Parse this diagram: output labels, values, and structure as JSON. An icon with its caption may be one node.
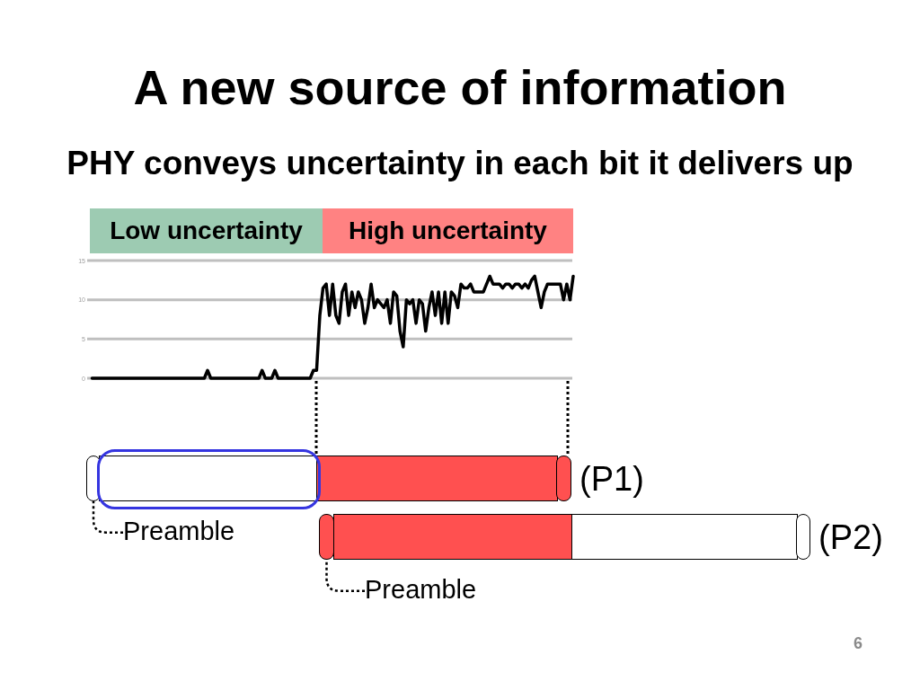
{
  "diagram": {
    "title": "A new source of information",
    "nodes": [
      {
        "text": [
          "Low uncertainty"
        ]
      },
      {
        "text": [
          "High uncertainty"
        ]
      },
      {
        "text": [],
        "shape": "box"
      },
      {
        "text": [],
        "shape": "bar"
      },
      {
        "text": [],
        "shape": "bar"
      },
      {
        "text": [],
        "shape": "box"
      },
      {
        "text": [
          "Preamble"
        ]
      },
      {
        "text": [],
        "shape": "box"
      },
      {
        "text": [],
        "shape": "bar"
      },
      {
        "text": [],
        "shape": "bar"
      },
      {
        "text": [],
        "shape": "box"
      },
      {
        "text": [
          "Preamble"
        ]
      }
    ],
    "edges": [
      {
        "from": 6,
        "to": 2,
        "arrow": "none",
        "style": "dashed"
      },
      {
        "from": 11,
        "to": 7,
        "arrow": "none",
        "style": "dashed"
      }
    ],
    "labels": [
      "PHY conveys uncertainty in each bit it delivers up",
      "(P1)",
      "(P2)",
      "6"
    ],
    "chart_data": {
      "type": "line",
      "ylim": [
        0,
        15
      ],
      "yticks": [
        0,
        5,
        10,
        15
      ],
      "series": [
        {
          "color": "#000000",
          "values": [
            0,
            0,
            0,
            0,
            0,
            0,
            0,
            0,
            0,
            0,
            0,
            0,
            0,
            0,
            0,
            0,
            0,
            0,
            0,
            0,
            0,
            0,
            0,
            0,
            0,
            0,
            0,
            0,
            0,
            0,
            0,
            0,
            0,
            0,
            0,
            0,
            1,
            0,
            0,
            0,
            0,
            0,
            0,
            0,
            0,
            0,
            0,
            0,
            0,
            0,
            0,
            0,
            0,
            1,
            0,
            0,
            0,
            1,
            0,
            0,
            0,
            0,
            0,
            0,
            0,
            0,
            0,
            0,
            0,
            1,
            1,
            8,
            11.5,
            12,
            8,
            12,
            8,
            7,
            11,
            12,
            8,
            11,
            9,
            11,
            10,
            7,
            9,
            12,
            9,
            10,
            9.5,
            9,
            10,
            7,
            11,
            10.5,
            6,
            4,
            10,
            9.5,
            10,
            7,
            10,
            9.5,
            6,
            9,
            11,
            8,
            11,
            7,
            11,
            7,
            11,
            10.5,
            9,
            12,
            11.5,
            11.5,
            12,
            11,
            11,
            11,
            11,
            12,
            13,
            12,
            12,
            12,
            11.5,
            12,
            12,
            11.5,
            12,
            12,
            11.5,
            12,
            11.5,
            12.5,
            13,
            11,
            9,
            11,
            12,
            12,
            12,
            12,
            12,
            10,
            12,
            10,
            13
          ]
        }
      ]
    }
  }
}
